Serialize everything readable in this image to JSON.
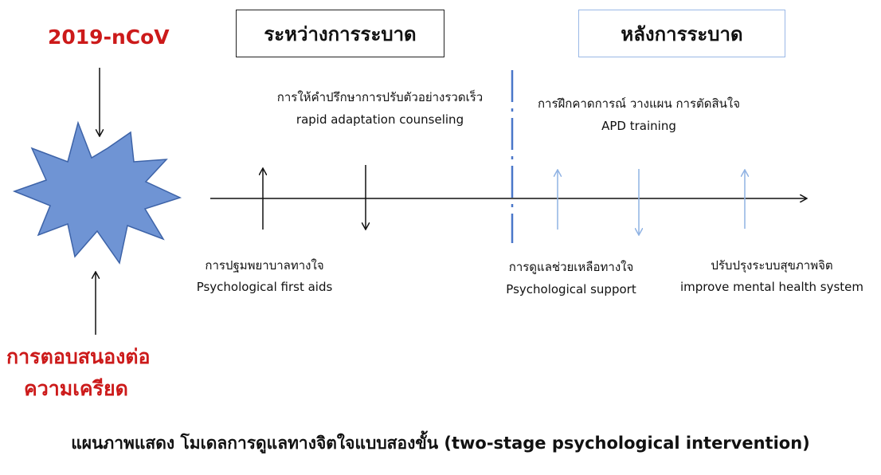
{
  "virus_label": "2019-nCoV",
  "stress_response": {
    "line1": "การตอบสนองต่อ",
    "line2": "ความเครียด"
  },
  "phase_during": "ระหว่างการระบาด",
  "phase_after": "หลังการระบาด",
  "rapid_counseling": {
    "thai": "การให้คำปรึกษาการปรับตัวอย่างรวดเร็ว",
    "english": "rapid adaptation counseling"
  },
  "apd_training": {
    "thai": "การฝึกคาดการณ์ วางแผน การตัดสินใจ",
    "english": "APD training"
  },
  "first_aid": {
    "thai": "การปฐมพยาบาลทางใจ",
    "english": "Psychological first aids"
  },
  "support": {
    "thai": "การดูแลช่วยเหลือทางใจ",
    "english": "Psychological support"
  },
  "improve": {
    "thai": "ปรับปรุงระบบสุขภาพจิต",
    "english": "improve mental health system"
  },
  "caption": "แผนภาพแสดง โมเดลการดูแลทางจิตใจแบบสองขั้น (two-stage psychological intervention)",
  "colors": {
    "red": "#cc1a1a",
    "burst_fill": "#6f94d4",
    "burst_stroke": "#3d63a8",
    "after_blue": "#8fb2e3",
    "divider": "#4a77c9"
  }
}
